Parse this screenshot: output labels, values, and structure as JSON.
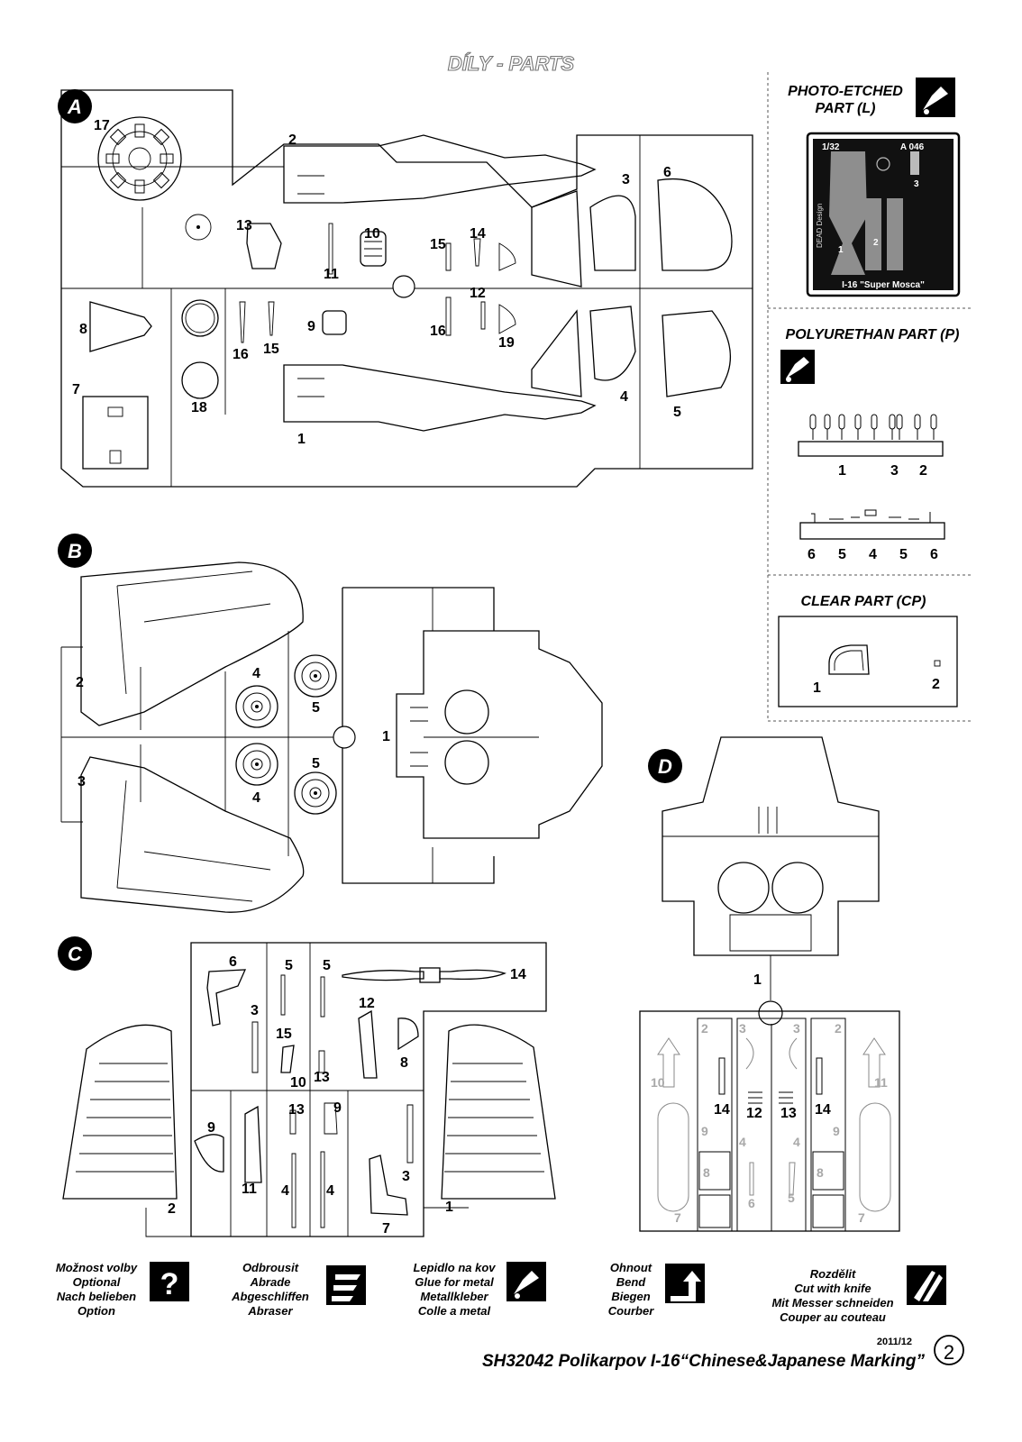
{
  "header": {
    "title": "DÍLY  -  PARTS"
  },
  "sprues": {
    "A": {
      "letter": "A",
      "labels": [
        "17",
        "2",
        "3",
        "6",
        "13",
        "10",
        "14",
        "15",
        "11",
        "12",
        "16",
        "19",
        "8",
        "16",
        "15",
        "9",
        "7",
        "18",
        "1",
        "4",
        "5"
      ]
    },
    "B": {
      "letter": "B",
      "labels": [
        "2",
        "4",
        "5",
        "1",
        "5",
        "4",
        "3"
      ]
    },
    "C": {
      "letter": "C",
      "labels": [
        "6",
        "5",
        "5",
        "14",
        "3",
        "12",
        "15",
        "10",
        "13",
        "8",
        "9",
        "13",
        "9",
        "11",
        "4",
        "4",
        "3",
        "7",
        "2",
        "1"
      ]
    },
    "D": {
      "letter": "D",
      "labels": [
        "1",
        "10",
        "2",
        "3",
        "3",
        "2",
        "11",
        "14",
        "12",
        "13",
        "14",
        "9",
        "4",
        "4",
        "9",
        "8",
        "8",
        "7",
        "6",
        "5",
        "7"
      ]
    }
  },
  "photo_etched": {
    "title_line1": "PHOTO-ETCHED",
    "title_line2": "PART (L)",
    "scale": "1/32",
    "code": "A 046",
    "fret_name": "I-16 \"Super Mosca\"",
    "brand": "DEAD Design",
    "labels": [
      "1",
      "2",
      "3"
    ]
  },
  "polyurethan": {
    "title": "POLYURETHAN PART (P)",
    "row1_labels": [
      "1",
      "3",
      "2"
    ],
    "row2_labels": [
      "6",
      "5",
      "4",
      "5",
      "6"
    ]
  },
  "clear": {
    "title": "CLEAR PART (CP)",
    "labels": [
      "1",
      "2"
    ]
  },
  "legend": [
    {
      "lines": [
        "Možnost volby",
        "Optional",
        "Nach belieben",
        "Option"
      ],
      "icon": "question-icon"
    },
    {
      "lines": [
        "Odbrousit",
        "Abrade",
        "Abgeschliffen",
        "Abraser"
      ],
      "icon": "abrade-icon"
    },
    {
      "lines": [
        "Lepidlo na kov",
        "Glue for metal",
        "Metallkleber",
        "Colle a metal"
      ],
      "icon": "glue-icon"
    },
    {
      "lines": [
        "Ohnout",
        "Bend",
        "Biegen",
        "Courber"
      ],
      "icon": "bend-icon"
    },
    {
      "lines": [
        "Rozdělit",
        "Cut with knife",
        "Mit Messer schneiden",
        "Couper au couteau"
      ],
      "icon": "knife-icon"
    }
  ],
  "footer": {
    "date": "2011/12",
    "product": "SH32042 Polikarpov I-16“Chinese&Japanese Marking”",
    "page_number": "2"
  }
}
